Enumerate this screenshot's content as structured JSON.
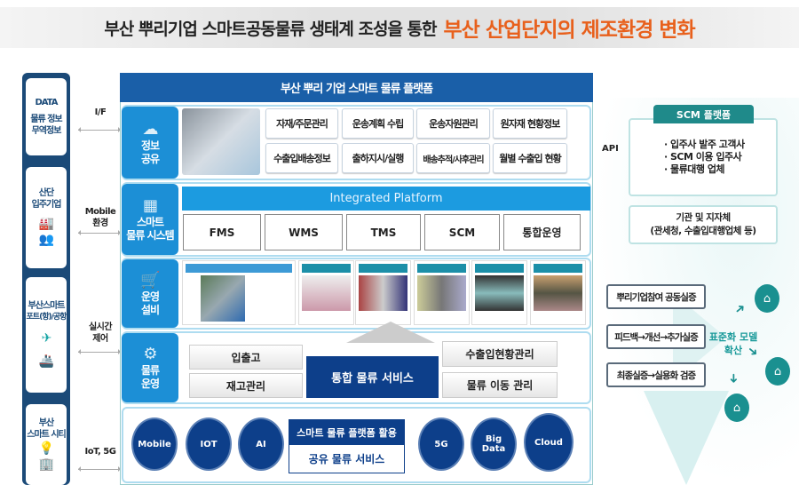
{
  "title": {
    "main": "부산 뿌리기업 스마트공동물류 생태계 조성을 통한",
    "highlight": "부산 산업단지의 제조환경 변화"
  },
  "left": {
    "boxes": [
      {
        "lines": [
          "DATA",
          "물류 정보",
          "무역정보"
        ]
      },
      {
        "lines": [
          "산단",
          "입주기업"
        ],
        "icons": [
          "factory-icon",
          "people-icon"
        ]
      },
      {
        "lines": [
          "부산스마트",
          "포트(항)/공항"
        ],
        "icons": [
          "airplane-icon",
          "ship-icon"
        ]
      },
      {
        "lines": [
          "부산",
          "스마트 시티"
        ],
        "icons": [
          "lightbulb-icon",
          "building-icon"
        ]
      }
    ],
    "connectors": [
      [
        "I/F"
      ],
      [
        "Mobile",
        "환경"
      ],
      [
        "실시간",
        "제어"
      ],
      [
        "IoT, 5G"
      ]
    ]
  },
  "platform": {
    "header": "부산 뿌리 기업 스마트 물류 플랫폼",
    "info": {
      "label": [
        "정보",
        "공유"
      ],
      "cells": [
        "자재/주문관리",
        "운송계획 수립",
        "운송자원관리",
        "원자재 현황정보",
        "수출입배송정보",
        "출하지시/실행",
        "배송추적/사후관리",
        "월별 수출입 현황"
      ]
    },
    "system": {
      "label": [
        "스마트",
        "물류 시스템"
      ],
      "banner": "Integrated Platform",
      "items": [
        "FMS",
        "WMS",
        "TMS",
        "SCM",
        "통합운영"
      ]
    },
    "equipment": {
      "label": [
        "운영",
        "설비"
      ]
    },
    "operation": {
      "label": [
        "물류",
        "운영"
      ],
      "left": [
        "입출고",
        "재고관리"
      ],
      "center": "통합 물류 서비스",
      "right": [
        "수출입현황관리",
        "물류 이동 관리"
      ]
    },
    "tech": {
      "circles_left": [
        "Mobile",
        "IOT",
        "AI"
      ],
      "circles_right": [
        "5G",
        "Big Data",
        "Cloud"
      ],
      "center_top": "스마트 물류 플랫폼 활용",
      "center_bottom": "공유 물류 서비스"
    }
  },
  "right": {
    "api": "API",
    "scm": {
      "title": "SCM 플랫폼",
      "items": [
        "· 입주사 발주 고객사",
        "· SCM 이용 입주사",
        "· 물류대행 업체"
      ]
    },
    "agency": [
      "기관 및 지자체",
      "(관세청, 수출입대행업체 등)"
    ],
    "steps": [
      "뿌리기업참여 공동실증",
      "피드백→개선→추가실증",
      "최종실증→실용화 검증"
    ],
    "spread": [
      "표준화 모델",
      "확산"
    ]
  },
  "colors": {
    "navy": "#0d3f8a",
    "blue": "#1c8fd6",
    "header": "#1a5fa8",
    "teal": "#1a9090",
    "orange": "#e8601c"
  }
}
